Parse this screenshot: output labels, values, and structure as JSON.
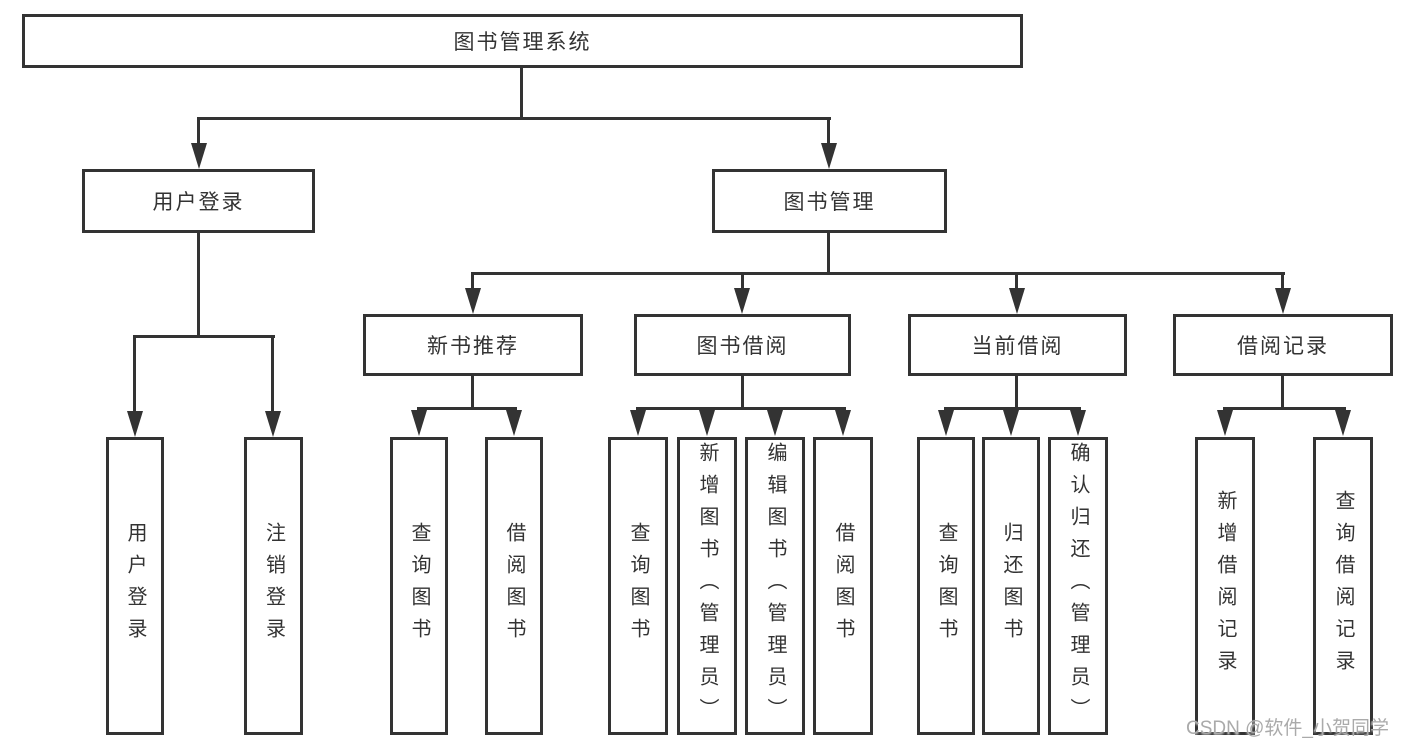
{
  "diagram_title": "图书管理系统",
  "nodes": {
    "root": "图书管理系统",
    "user_login": "用户登录",
    "book_management": "图书管理",
    "new_book_recommend": "新书推荐",
    "book_borrow": "图书借阅",
    "current_borrow": "当前借阅",
    "borrow_record": "借阅记录",
    "leaf_user_login": "用户登录",
    "leaf_logout": "注销登录",
    "nb_query_books": "查询图书",
    "nb_borrow_books": "借阅图书",
    "bb_query_books": "查询图书",
    "bb_add_books": "新增图书（管理员）",
    "bb_edit_books": "编辑图书（管理员）",
    "bb_borrow_books": "借阅图书",
    "cb_query_books": "查询图书",
    "cb_return_books": "归还图书",
    "cb_confirm_return": "确认归还（管理员）",
    "br_add_record": "新增借阅记录",
    "br_query_record": "查询借阅记录"
  },
  "hierarchy": [
    {
      "parent": "图书管理系统",
      "children": [
        "用户登录",
        "图书管理"
      ]
    },
    {
      "parent": "用户登录",
      "children": [
        "用户登录",
        "注销登录"
      ]
    },
    {
      "parent": "图书管理",
      "children": [
        "新书推荐",
        "图书借阅",
        "当前借阅",
        "借阅记录"
      ]
    },
    {
      "parent": "新书推荐",
      "children": [
        "查询图书",
        "借阅图书"
      ]
    },
    {
      "parent": "图书借阅",
      "children": [
        "查询图书",
        "新增图书（管理员）",
        "编辑图书（管理员）",
        "借阅图书"
      ]
    },
    {
      "parent": "当前借阅",
      "children": [
        "查询图书",
        "归还图书",
        "确认归还（管理员）"
      ]
    },
    {
      "parent": "借阅记录",
      "children": [
        "新增借阅记录",
        "查询借阅记录"
      ]
    }
  ],
  "watermark": {
    "text": "CSDN @软件_小贺同学"
  },
  "colors": {
    "line": "#333333",
    "text": "#333333",
    "box_background": "#ffffff",
    "page_background": "#ffffff",
    "watermark": "#aaaaaa"
  }
}
